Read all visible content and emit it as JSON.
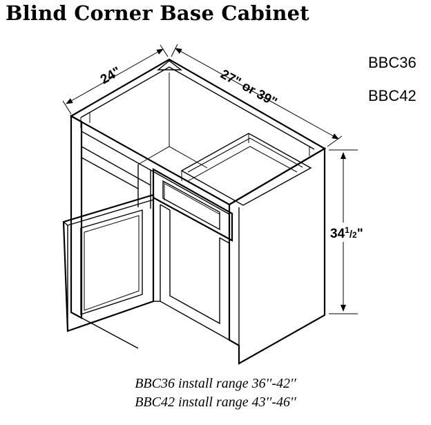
{
  "title": "Blind Corner Base Cabinet",
  "models": [
    "BBC36",
    "BBC42"
  ],
  "dimensions": {
    "depth": "24\"",
    "width": "27\" or 39\"",
    "height_whole": "34",
    "height_fraction_num": "1",
    "height_fraction_den": "2",
    "height_mark": "\""
  },
  "install_ranges": [
    "BBC36 install range 36′′-42′′",
    "BBC42 install range 43′′-46′′"
  ]
}
